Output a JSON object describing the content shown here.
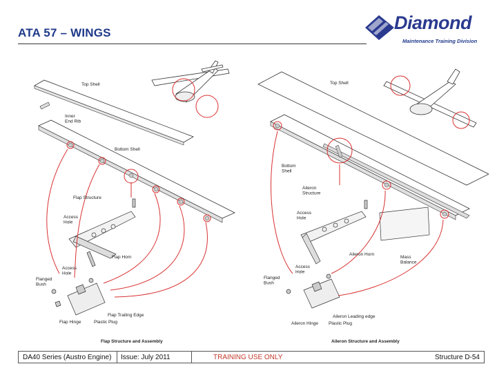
{
  "header": {
    "title": "ATA 57 – WINGS",
    "logo_word": "Diamond",
    "logo_sub": "Maintenance Training Division"
  },
  "drawing": {
    "left": {
      "labels": {
        "top_shell": "Top Shell",
        "inner_end_rib": "Inner\nEnd Rib",
        "bottom_shell": "Bottom Shell",
        "flap_structure": "Flap Structure",
        "access_hole_1": "Access\nHole",
        "flap_horn": "Flap Horn",
        "access_hole_2": "Access\nHole",
        "flanged_bush": "Flanged\nBush",
        "flap_trailing_edge": "Flap Trailing Edge",
        "plastic_plug": "Plastic Plug",
        "flap_hinge": "Flap Hinge"
      },
      "caption": "Flap Structure and Assembly"
    },
    "right": {
      "labels": {
        "top_shell": "Top Shell",
        "bottom_shell": "Bottom\nShell",
        "aileron_structure": "Aileron\nStructure",
        "access_hole_1": "Access\nHole",
        "aileron_horn": "Aileron Horn",
        "mass_balance": "Mass\nBalance",
        "access_hole_2": "Access\nHole",
        "flanged_bush": "Flanged\nBush",
        "aileron_leading_edge": "Aileron Leading edge",
        "aileron_hinge": "Aileron Hinge",
        "plastic_plug": "Plastic Plug"
      },
      "caption": "Aileron Structure and Assembly"
    }
  },
  "footer": {
    "series": "DA40 Series (Austro Engine)",
    "issue": "Issue: July 2011",
    "usage": "TRAINING USE ONLY",
    "page": "Structure D-54"
  },
  "colors": {
    "title": "#1f3a8a",
    "highlight": "#d93030",
    "usage_text": "#c0392b"
  }
}
